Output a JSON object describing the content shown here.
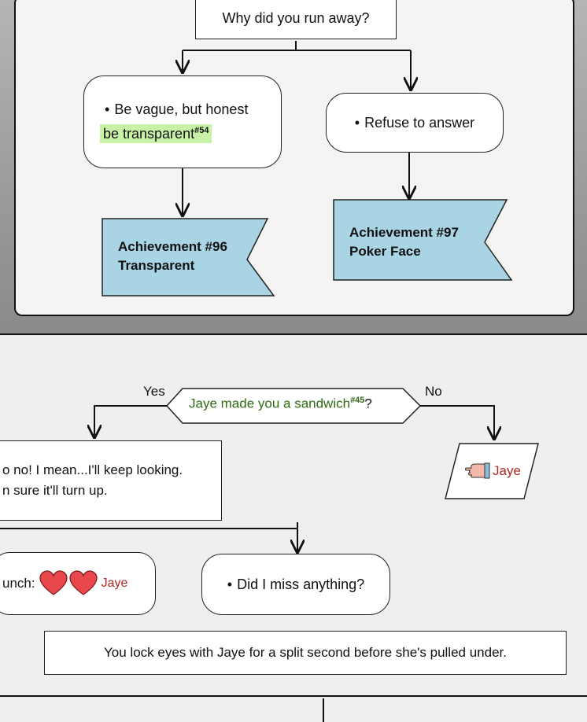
{
  "top_panel": {
    "question": "Why did you run away?",
    "choice_left": "Be vague, but honest",
    "highlight_text": "be transparent",
    "highlight_ref": "#54",
    "choice_right": "Refuse to answer",
    "achievement_left": {
      "title": "Achievement #96",
      "name": "Transparent"
    },
    "achievement_right": {
      "title": "Achievement #97",
      "name": "Poker Face"
    }
  },
  "bottom_panel": {
    "yes_label": "Yes",
    "no_label": "No",
    "condition": "Jaye made you a sandwich",
    "condition_ref": "#45",
    "condition_suffix": "?",
    "dialogue_line1": "o no! I mean...I'll keep looking.",
    "dialogue_line2": "n sure it'll turn up.",
    "disapproval_name": "Jaye",
    "lunch_prefix": "unch:",
    "lunch_name": "Jaye",
    "choice_missed": "Did I miss anything?",
    "outcome": "You lock eyes with Jaye for a split second before she's pulled under."
  },
  "colors": {
    "achievement_fill": "#a8d4e3",
    "highlight_green": "#c9f2a8",
    "heart_red": "#e8474c",
    "name_red": "#b0281f",
    "condition_green": "#2e6b12"
  }
}
